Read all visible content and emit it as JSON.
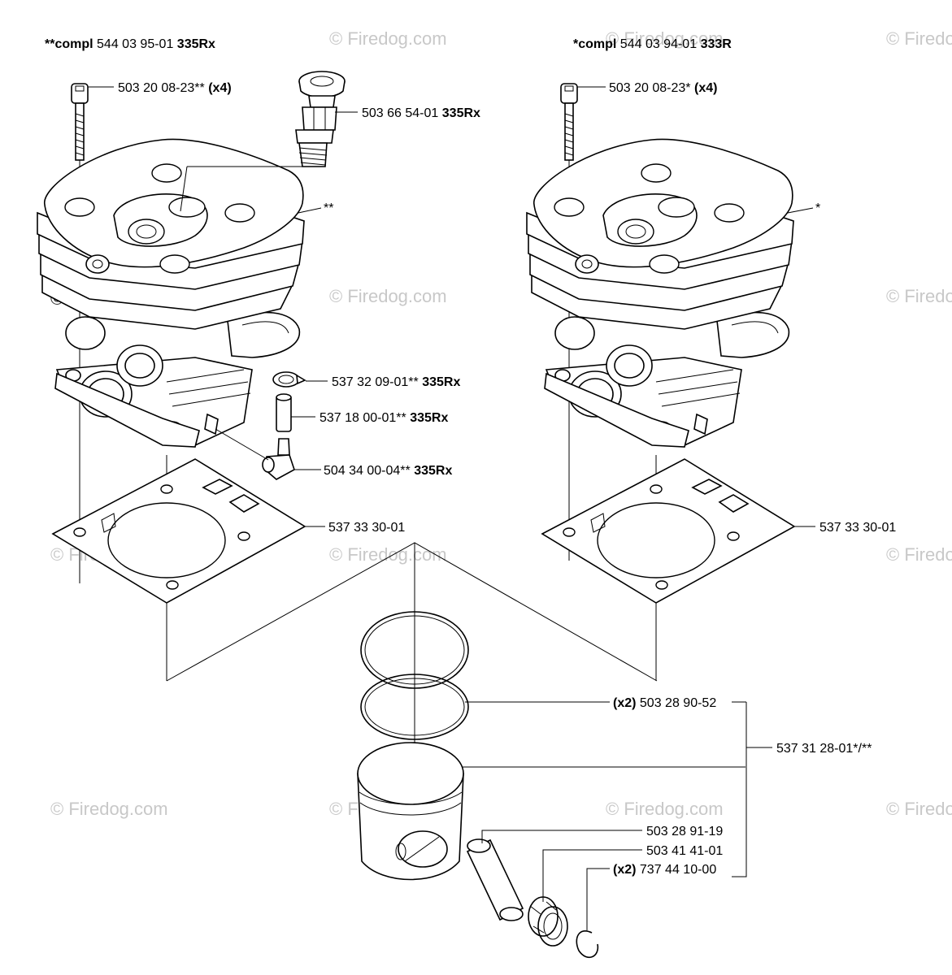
{
  "watermark": "© Firedog.com",
  "headers": {
    "left": {
      "prefix": "**compl",
      "number": "544 03 95-01",
      "model": "335Rx"
    },
    "right": {
      "prefix": "*compl",
      "number": "544 03 94-01",
      "model": "333R"
    }
  },
  "callouts": {
    "bolt_left": {
      "number": "503 20 08-23**",
      "suffix": "(x4)"
    },
    "valve": {
      "number": "503 66 54-01",
      "suffix": "335Rx"
    },
    "cyl_left_mark": "**",
    "clip": {
      "number": "537 32 09-01**",
      "suffix": "335Rx"
    },
    "hose": {
      "number": "537 18 00-01**",
      "suffix": "335Rx"
    },
    "nipple": {
      "number": "504 34 00-04**",
      "suffix": "335Rx"
    },
    "gasket_left": "537 33 30-01",
    "bolt_right": {
      "number": "503 20 08-23*",
      "suffix": "(x4)"
    },
    "cyl_right_mark": "*",
    "gasket_right": "537 33 30-01",
    "rings": {
      "prefix": "(x2)",
      "number": "503 28 90-52"
    },
    "piston_kit": "537 31 28-01*/**",
    "pin": "503 28 91-19",
    "bearing": "503 41 41-01",
    "circlip": {
      "prefix": "(x2)",
      "number": "737 44 10-00"
    }
  },
  "icons": [
    "bolt-icon",
    "decompression-valve-icon",
    "cylinder-icon",
    "gasket-icon",
    "piston-ring-icon",
    "piston-icon",
    "piston-pin-icon",
    "needle-bearing-icon",
    "circlip-icon",
    "hose-clip-icon",
    "hose-icon",
    "nipple-icon"
  ]
}
